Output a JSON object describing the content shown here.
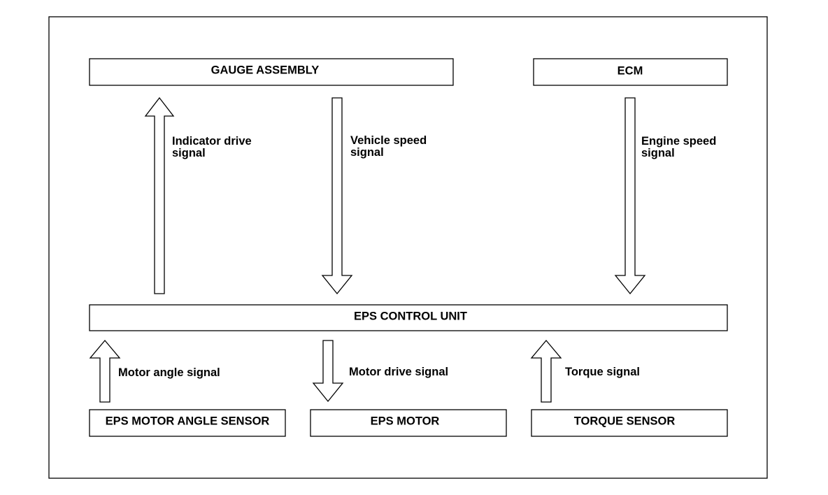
{
  "blocks": {
    "gauge_assembly": "GAUGE ASSEMBLY",
    "ecm": "ECM",
    "eps_control_unit": "EPS CONTROL UNIT",
    "eps_motor_angle_sensor": "EPS MOTOR ANGLE SENSOR",
    "eps_motor": "EPS MOTOR",
    "torque_sensor": "TORQUE SENSOR"
  },
  "signals": {
    "indicator_drive": [
      "Indicator drive",
      "signal"
    ],
    "vehicle_speed": [
      "Vehicle speed",
      "signal"
    ],
    "engine_speed": [
      "Engine speed",
      "signal"
    ],
    "motor_angle": "Motor angle signal",
    "motor_drive": "Motor drive signal",
    "torque": "Torque signal"
  }
}
